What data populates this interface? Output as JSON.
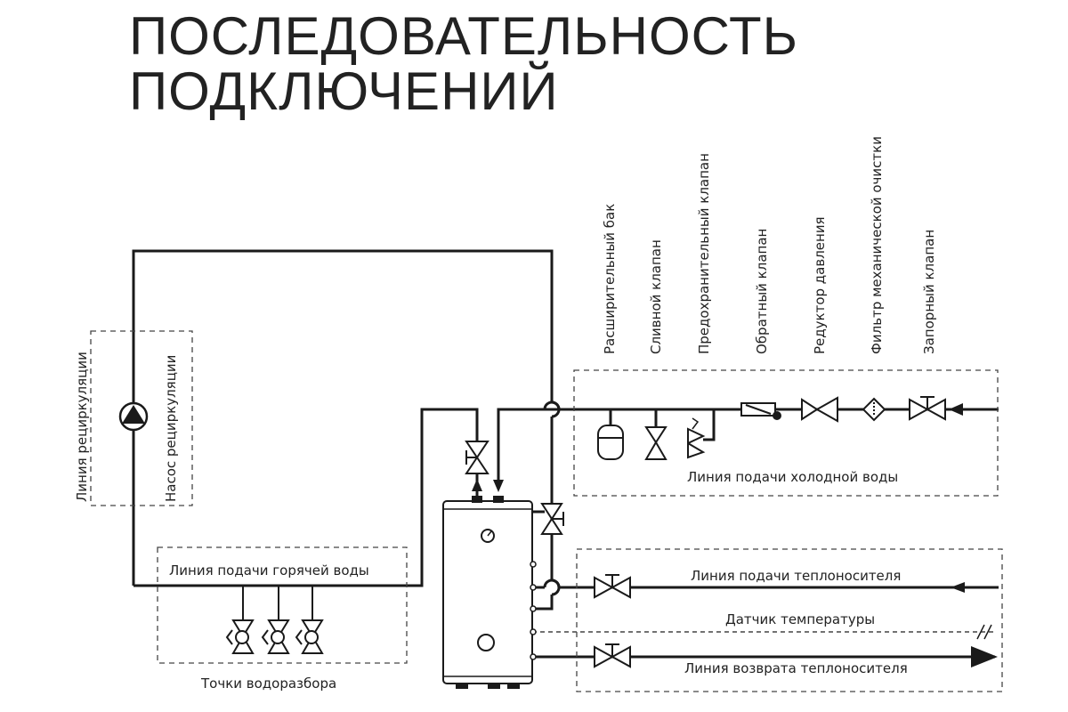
{
  "title": {
    "line1": "ПОСЛЕДОВАТЕЛЬНОСТЬ",
    "line2": "ПОДКЛЮЧЕНИЙ"
  },
  "labels": {
    "recirc_line": "Линия рециркуляции",
    "recirc_pump": "Насос рециркуляции",
    "hot_supply": "Линия подачи горячей воды",
    "draw_points": "Точки водоразбора",
    "expansion_tank": "Расширительный бак",
    "drain_valve": "Сливной клапан",
    "safety_valve": "Предохранительный клапан",
    "check_valve": "Обратный клапан",
    "pressure_reducer": "Редуктор давления",
    "filter": "Фильтр механической очистки",
    "shutoff_valve": "Запорный клапан",
    "cold_supply": "Линия подачи холодной воды",
    "heat_supply": "Линия подачи теплоносителя",
    "temp_sensor": "Датчик температуры",
    "heat_return": "Линия возврата теплоносителя"
  },
  "colors": {
    "line": "#1a1a1a",
    "tank_fill": "#ffffff",
    "dashed": "#444444"
  }
}
